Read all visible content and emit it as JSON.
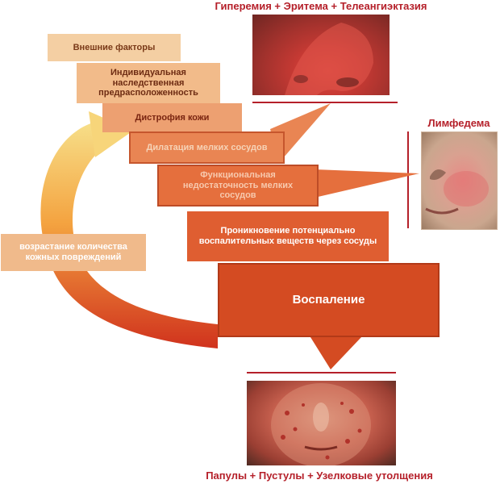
{
  "captions": {
    "top": "Гиперемия + Эритема + Телеангиэктазия",
    "right": "Лимфедема",
    "bottom": "Папулы + Пустулы + Узелковые утолщения"
  },
  "steps": [
    "Внешние факторы",
    "Индивидуальная наследственная предрасположенность",
    "Дистрофия кожи",
    "Дилатация мелких сосудов",
    "Функциональная недостаточность мелких сосудов",
    "Проникновение потенциально воспалительных веществ через сосуды",
    "Воспаление"
  ],
  "loop_label": "возрастание количества кожных повреждений",
  "colors": {
    "accent": "#b5202a",
    "inflammation": "#d44b22",
    "loop_light": "#f7e08a",
    "loop_dark": "#d0321d"
  }
}
